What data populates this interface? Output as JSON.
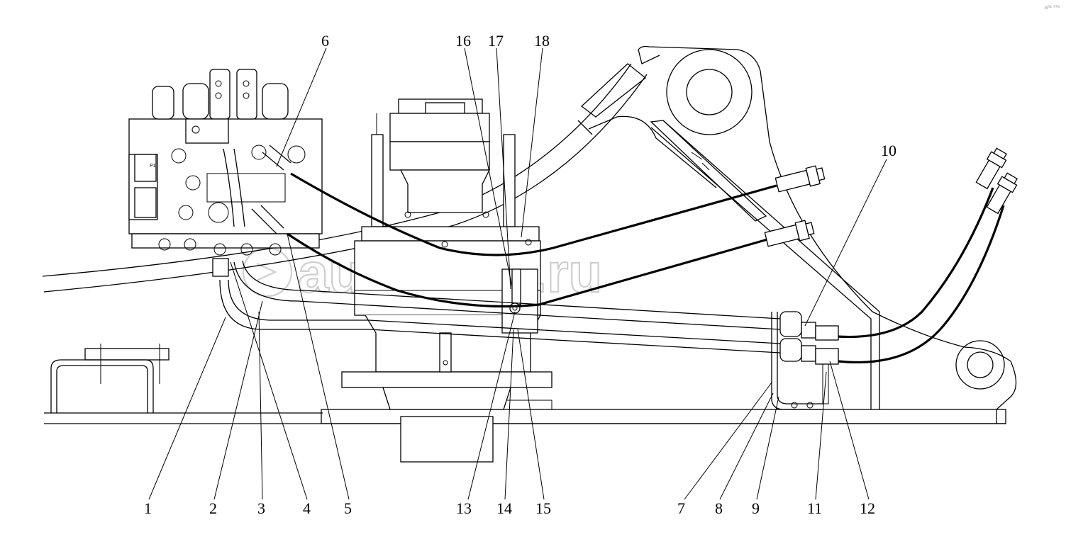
{
  "watermark": "autopiter.ru",
  "corner_mark": "a⁰¹ ⁰⁰⁶",
  "valve_marking": "P1",
  "callouts": [
    "1",
    "2",
    "3",
    "4",
    "5",
    "6",
    "7",
    "8",
    "9",
    "10",
    "11",
    "12",
    "13",
    "14",
    "15",
    "16",
    "17",
    "18"
  ]
}
